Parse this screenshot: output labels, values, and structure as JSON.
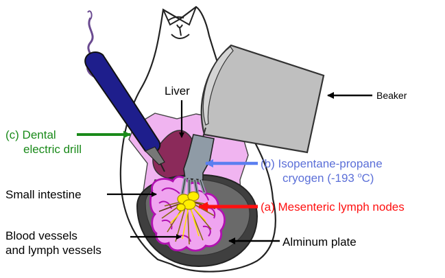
{
  "labels": {
    "liver": "Liver",
    "beaker": "Beaker",
    "dental_drill_line1": "(c) Dental",
    "dental_drill_line2": "electric drill",
    "cryogen_line1": "(b) Isopentane-propane",
    "cryogen_line2_prefix": "cryogen (-193 ",
    "cryogen_line2_sup": "o",
    "cryogen_line2_suffix": "C)",
    "small_intestine": "Small intestine",
    "lymph_nodes": "(a) Mesenteric lymph nodes",
    "vessels_line1": "Blood vessels",
    "vessels_line2": "and lymph vessels",
    "plate": "Alminum plate"
  },
  "colors": {
    "drill_label": "#1a8a1a",
    "cryogen_label": "#5b6fd8",
    "lymph_label": "#ff1010",
    "drill_body": "#1e1e8c",
    "liver": "#8b2a5a",
    "skin": "#f0b4f0",
    "lymph_nodes": "#ffee00",
    "plate": "#555555"
  }
}
